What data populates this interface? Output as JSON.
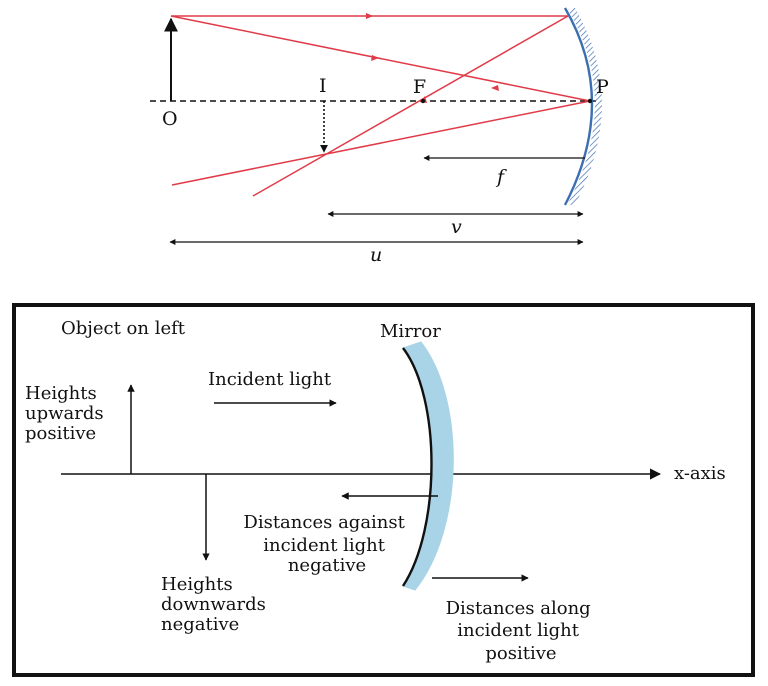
{
  "ray_diagram": {
    "label_O": "O",
    "label_I": "I",
    "label_F": "F",
    "label_P": "P",
    "label_f": "f",
    "label_v": "v",
    "label_u": "u"
  },
  "sign_convention": {
    "object_on_left": "Object on left",
    "mirror_label": "Mirror",
    "incident_light": "Incident light",
    "heights_up_line1": "Heights",
    "heights_up_line2": "upwards",
    "heights_up_line3": "positive",
    "x_axis_label": "x-axis",
    "against_line1": "Distances against",
    "against_line2": "incident light",
    "against_line3": "negative",
    "heights_down_line1": "Heights",
    "heights_down_line2": "downwards",
    "heights_down_line3": "negative",
    "along_line1": "Distances along",
    "along_line2": "incident light",
    "along_line3": "positive"
  },
  "colors": {
    "ray": "#e03a48",
    "mirror_blue": "#3d6fb0",
    "mirror_fill": "#a9d3e6",
    "ink": "#111111"
  }
}
